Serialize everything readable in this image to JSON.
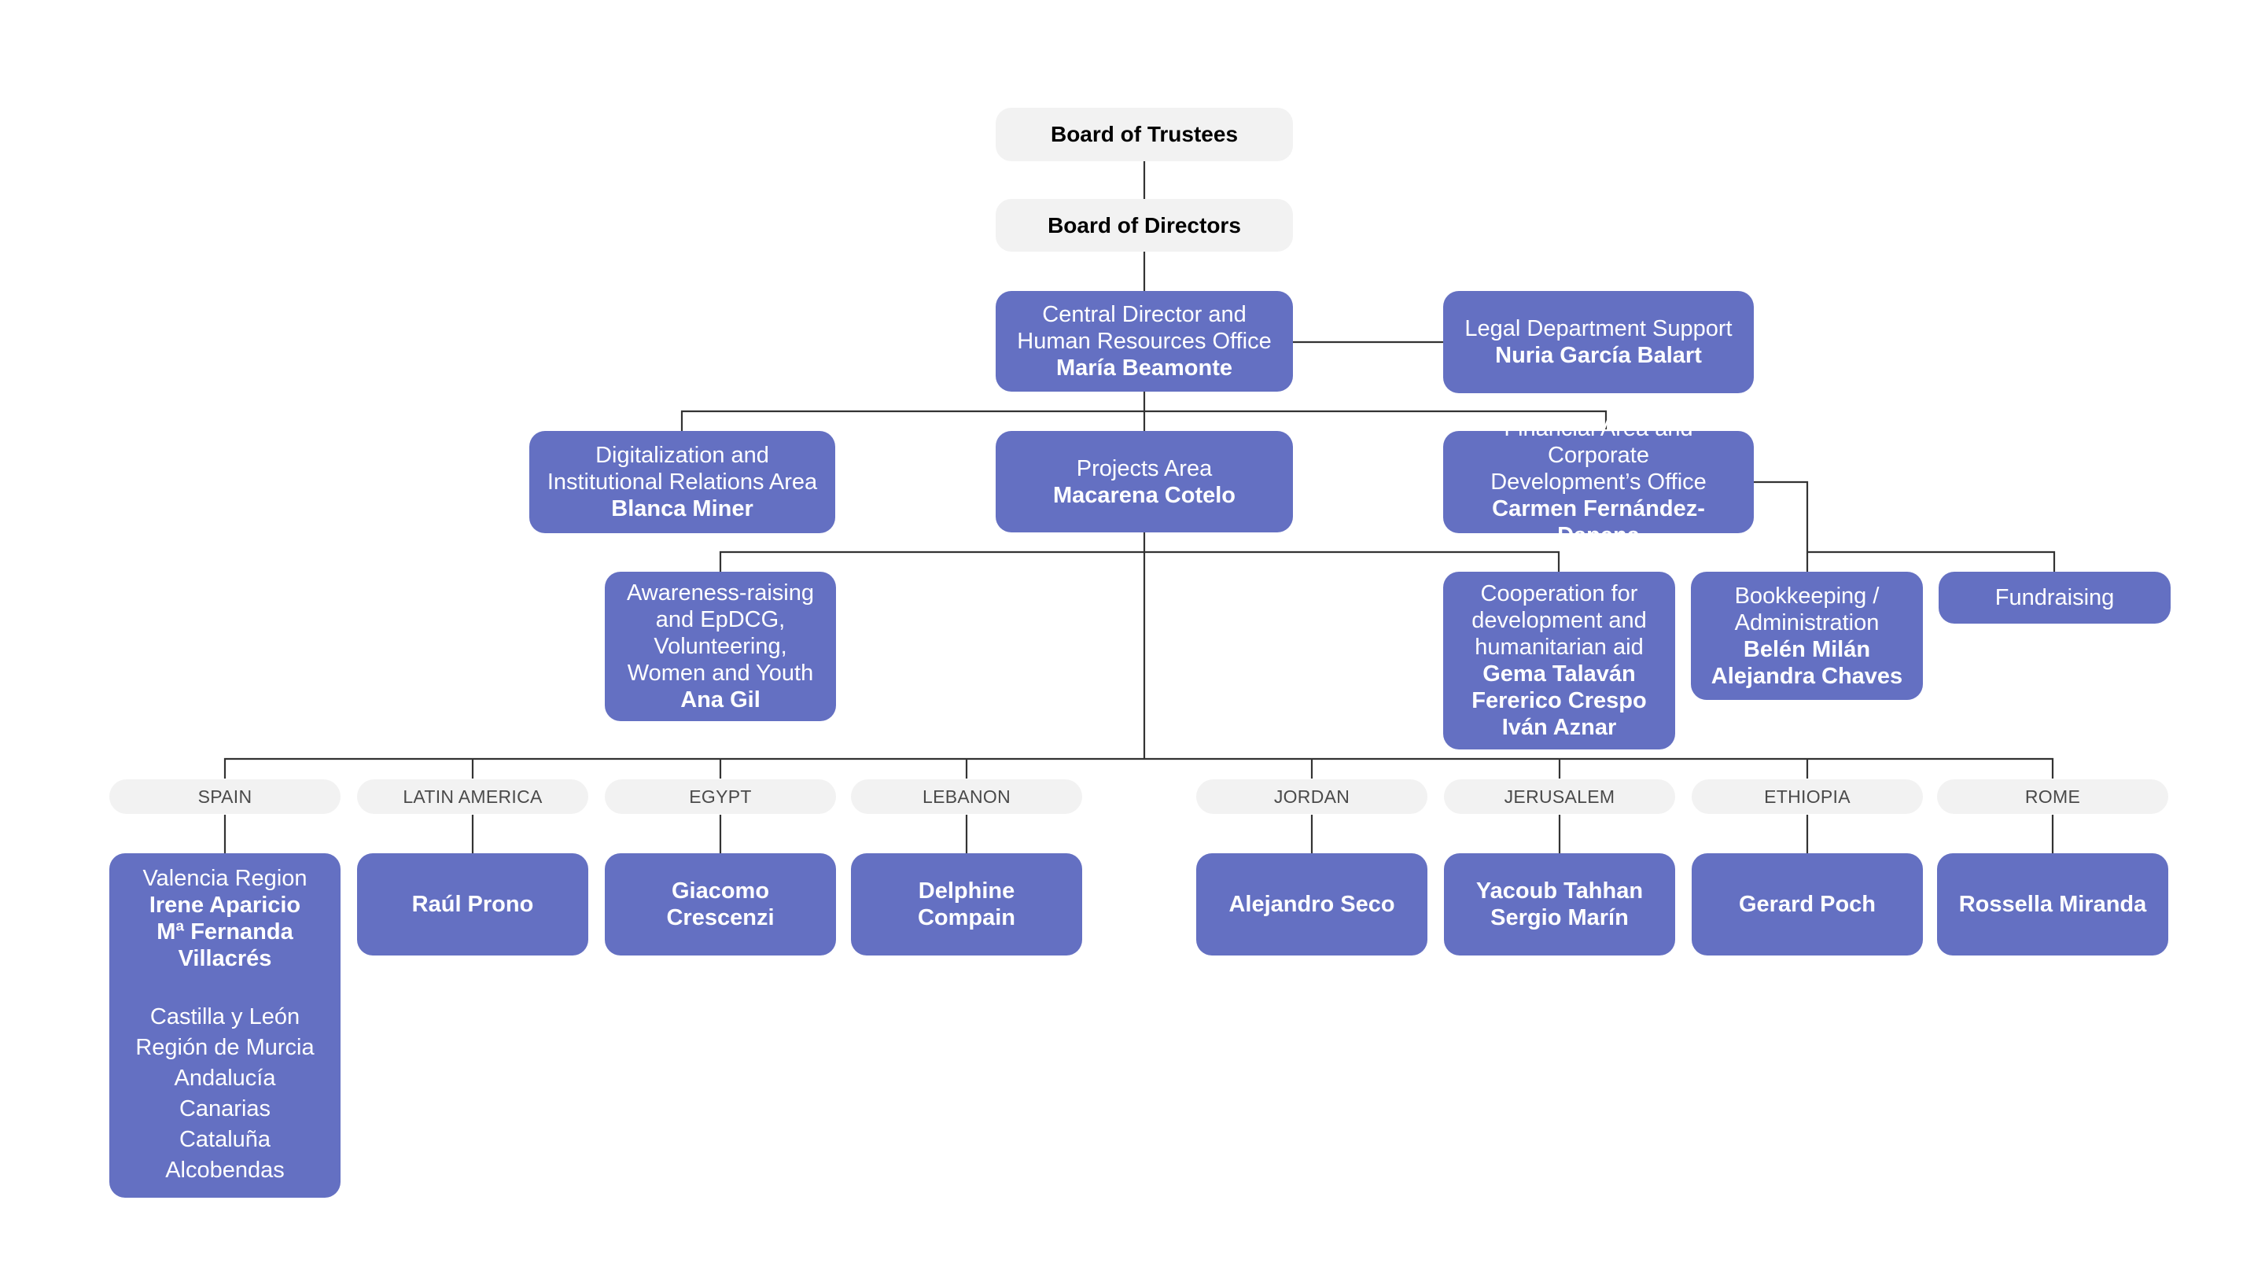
{
  "colors": {
    "node_fill": "#6470c2",
    "top_fill": "#f2f2f2",
    "line": "#333333",
    "text_on_node": "#ffffff"
  },
  "board_trustees": "Board of Trustees",
  "board_directors": "Board of Directors",
  "central": {
    "lines": [
      "Central Director and",
      "Human Resources Office"
    ],
    "person": "María Beamonte"
  },
  "legal": {
    "lines": [
      "Legal Department Support"
    ],
    "person": "Nuria García Balart"
  },
  "digital": {
    "lines": [
      "Digitalization and",
      "Institutional Relations Area"
    ],
    "person": "Blanca Miner"
  },
  "projects": {
    "lines": [
      "Projects Area"
    ],
    "person": "Macarena Cotelo"
  },
  "financial": {
    "lines": [
      "Financial Area and Corporate",
      "Development’s Office"
    ],
    "person": "Carmen Fernández-Dapena"
  },
  "awareness": {
    "lines": [
      "Awareness-raising",
      "and EpDCG,",
      "Volunteering,",
      "Women and Youth"
    ],
    "person": "Ana Gil"
  },
  "cooperation": {
    "lines": [
      "Cooperation for",
      "development and",
      "humanitarian aid"
    ],
    "people": [
      "Gema Talaván",
      "Fererico Crespo",
      "Iván Aznar"
    ]
  },
  "bookkeeping": {
    "lines": [
      "Bookkeeping /",
      "Administration"
    ],
    "people": [
      "Belén Milán",
      "Alejandra Chaves"
    ]
  },
  "fundraising": {
    "label": "Fundraising"
  },
  "regions": [
    {
      "label": "SPAIN"
    },
    {
      "label": "LATIN AMERICA",
      "people": [
        "Raúl Prono"
      ]
    },
    {
      "label": "EGYPT",
      "people": [
        "Giacomo",
        "Crescenzi"
      ]
    },
    {
      "label": "LEBANON",
      "people": [
        "Delphine",
        "Compain"
      ]
    },
    {
      "label": "JORDAN",
      "people": [
        "Alejandro Seco"
      ]
    },
    {
      "label": "JERUSALEM",
      "people": [
        "Yacoub Tahhan",
        "Sergio Marín"
      ]
    },
    {
      "label": "ETHIOPIA",
      "people": [
        "Gerard Poch"
      ]
    },
    {
      "label": "ROME",
      "people": [
        "Rossella Miranda"
      ]
    }
  ],
  "spain_box": {
    "head": "Valencia Region",
    "people": [
      "Irene Aparicio",
      "Mª Fernanda",
      "Villacrés"
    ],
    "regions": [
      "Castilla y León",
      "Región de Murcia",
      "Andalucía",
      "Canarias",
      "Cataluña",
      "Alcobendas"
    ]
  }
}
